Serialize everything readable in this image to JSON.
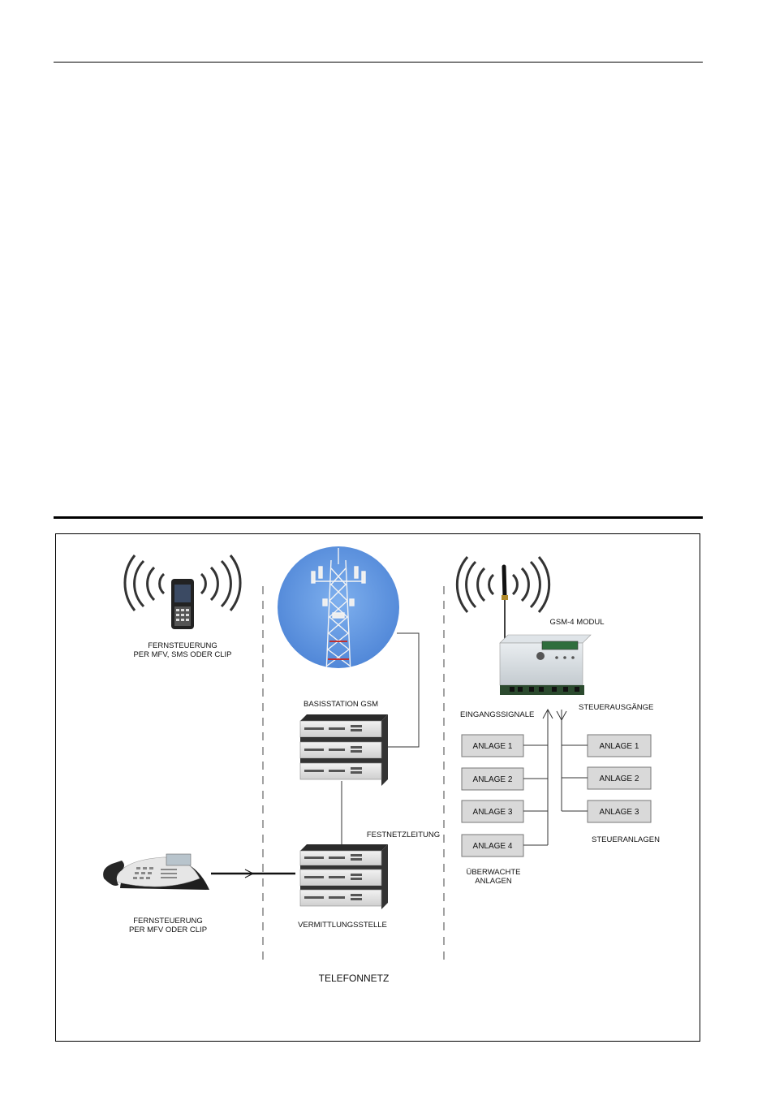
{
  "diagram": {
    "mobile_label": [
      "FERNSTEUERUNG",
      "PER MFV, SMS ODER CLIP"
    ],
    "phone_label": [
      "FERNSTEUERUNG",
      "PER MFV ODER CLIP"
    ],
    "basisstation": "BASISSTATION GSM",
    "vermittlung": "VERMITTLUNGSSTELLE",
    "festnetz": "FESTNETZLEITUNG",
    "telefonnetz": "TELEFONNETZ",
    "module": "GSM-4 MODUL",
    "eingang": "EINGANGSSIGNALE",
    "steuerausgaenge": "STEUERAUSGÄNGE",
    "inputs": [
      "ANLAGE 1",
      "ANLAGE 2",
      "ANLAGE 3",
      "ANLAGE 4"
    ],
    "outputs": [
      "ANLAGE 1",
      "ANLAGE 2",
      "ANLAGE 3"
    ],
    "ueberwachte": [
      "ÜBERWACHTE",
      "ANLAGEN"
    ],
    "steueranlagen": "STEUERANLAGEN"
  },
  "colors": {
    "sky": "#5b8fdc",
    "box_fill": "#d9d9d9",
    "line": "#333333"
  }
}
